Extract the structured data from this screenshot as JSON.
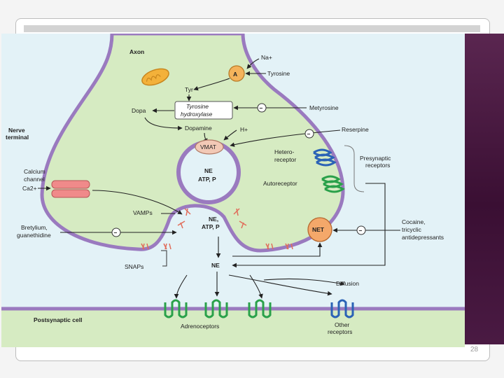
{
  "colors": {
    "cytoplasm": "#d6ebc2",
    "extracellular": "#e3f2f7",
    "membrane": "#9a7abf",
    "band": "#3a0f33"
  },
  "labels": {
    "axon": "Axon",
    "na": "Na+",
    "a_circle": "A",
    "tyrosine": "Tyrosine",
    "tyr": "Tyr",
    "enzyme_line1": "Tyrosine",
    "enzyme_line2": "hydroxylase",
    "dopa": "Dopa",
    "metyrosine": "Metyrosine",
    "nerve_terminal_1": "Nerve",
    "nerve_terminal_2": "terminal",
    "dopamine": "Dopamine",
    "h_plus": "H+",
    "reserpine": "Reserpine",
    "vmat": "VMAT",
    "heteroreceptor_1": "Hetero-",
    "heteroreceptor_2": "receptor",
    "presynaptic_1": "Presynaptic",
    "presynaptic_2": "receptors",
    "calcium_1": "Calcium",
    "calcium_2": "channel",
    "ca": "Ca2+",
    "vesicle_ne": "NE",
    "vesicle_atp": "ATP, P",
    "autoreceptor": "Autoreceptor",
    "vamps": "VAMPs",
    "cocaine_1": "Cocaine,",
    "cocaine_2": "tricyclic",
    "cocaine_3": "antidepressants",
    "net": "NET",
    "bretylium_1": "Bretylium,",
    "bretylium_2": "guanethidine",
    "fused_line1": "NE,",
    "fused_line2": "ATP, P",
    "snaps": "SNAPs",
    "cleft_ne": "NE",
    "diffusion": "Diffusion",
    "postsynaptic": "Postsynaptic cell",
    "adrenoceptors": "Adrenoceptors",
    "other_1": "Other",
    "other_2": "receptors",
    "minus": "−"
  },
  "page_number": "28"
}
